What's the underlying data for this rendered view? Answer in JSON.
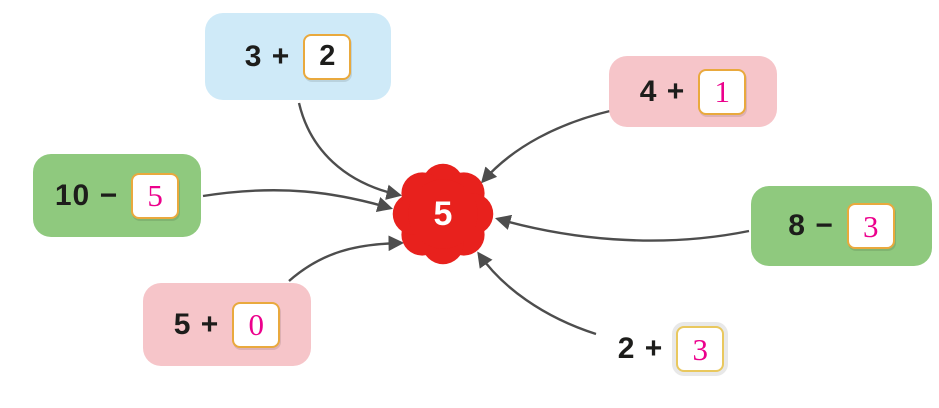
{
  "center": {
    "value": "5",
    "color": "#e8211d"
  },
  "colors": {
    "arrow": "#4d4d4d",
    "answer_border": "#e9a93d",
    "magenta": "#ec008c",
    "text_black": "#1d1d1b",
    "blue_box": "#cfeaf8",
    "pink_box": "#f6c5c9",
    "green_box": "#8fc97e"
  },
  "expressions": [
    {
      "operand": "3 +",
      "answer": "2",
      "box_color": "#cfeaf8",
      "answer_color": "#1d1d1b"
    },
    {
      "operand": "4 +",
      "answer": "1",
      "box_color": "#f6c5c9",
      "answer_color": "#ec008c"
    },
    {
      "operand": "10 −",
      "answer": "5",
      "box_color": "#8fc97e",
      "answer_color": "#ec008c"
    },
    {
      "operand": "8 −",
      "answer": "3",
      "box_color": "#8fc97e",
      "answer_color": "#ec008c"
    },
    {
      "operand": "5 +",
      "answer": "0",
      "box_color": "#f6c5c9",
      "answer_color": "#ec008c"
    },
    {
      "operand": "2 +",
      "answer": "3",
      "box_color": "transparent",
      "answer_color": "#ec008c"
    }
  ]
}
